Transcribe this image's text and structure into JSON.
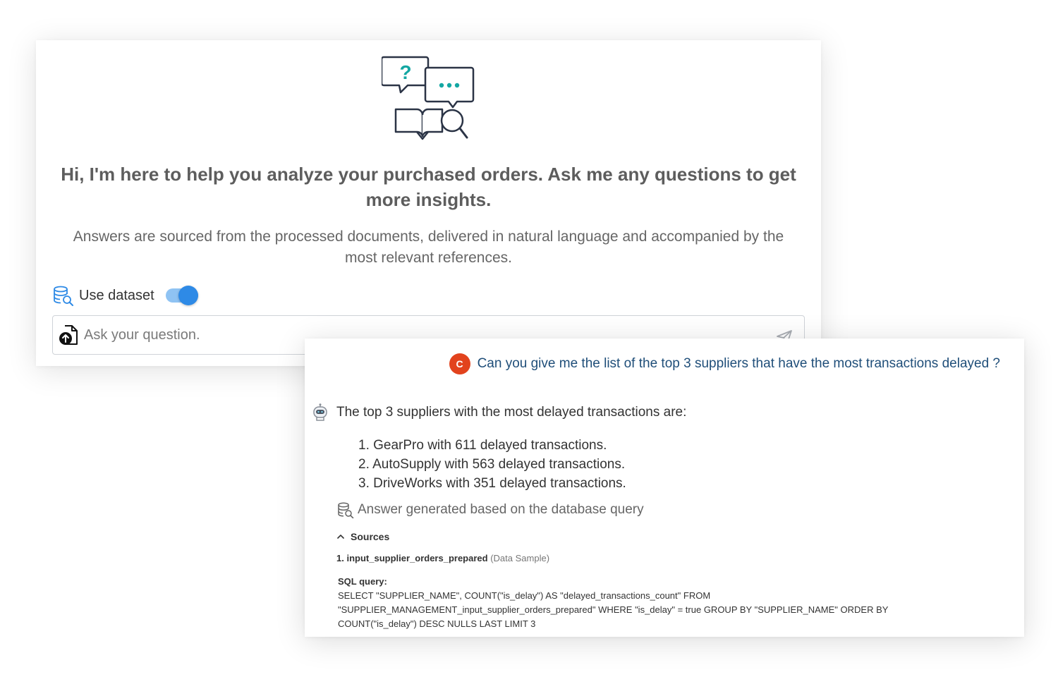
{
  "welcome": {
    "title": "Hi, I'm here to help you analyze your purchased orders. Ask me any questions to get more insights.",
    "subtitle": "Answers are sourced from the processed documents, delivered in natural language and accompanied by the most relevant references.",
    "illustration_icon": "chat-book-search-icon",
    "question_mark": "?"
  },
  "dataset": {
    "label": "Use dataset",
    "toggle_on": true,
    "icon": "database-search-icon"
  },
  "question": {
    "placeholder": "Ask your question.",
    "upload_icon": "file-upload-icon",
    "send_icon": "send-icon"
  },
  "conversation": {
    "user": {
      "avatar": "C",
      "avatar_color": "#e2431d",
      "message": "Can you give me the list of the top 3 suppliers that have the most transactions delayed ?"
    },
    "bot": {
      "intro": "The top 3 suppliers with the most delayed transactions are:",
      "items": [
        "1. GearPro with 611 delayed transactions.",
        "2. AutoSupply with 563 delayed transactions.",
        "3. DriveWorks with 351 delayed transactions."
      ],
      "generated_note": "Answer generated based on the database query",
      "sources_label": "Sources",
      "source_index": "1.",
      "source_name": "input_supplier_orders_prepared",
      "source_type": "(Data Sample)",
      "sql_label": "SQL query:",
      "sql_text": "SELECT \"SUPPLIER_NAME\", COUNT(\"is_delay\") AS \"delayed_transactions_count\" FROM \"SUPPLIER_MANAGEMENT_input_supplier_orders_prepared\" WHERE \"is_delay\" = true GROUP BY \"SUPPLIER_NAME\" ORDER BY COUNT(\"is_delay\") DESC NULLS LAST LIMIT 3"
    }
  },
  "colors": {
    "accent": "#2e8ae6",
    "teal": "#14a7a3",
    "user_text": "#1f4e79"
  }
}
